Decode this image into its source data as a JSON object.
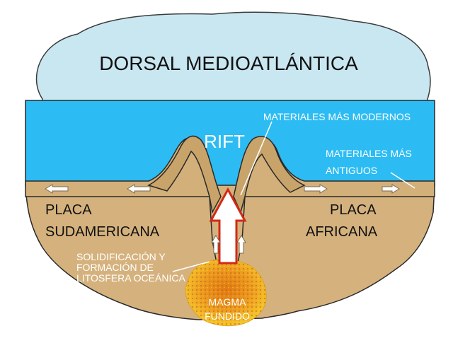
{
  "title": "DORSAL MEDIOATLÁNTICA",
  "labels": {
    "rift": "RIFT",
    "modern": "MATERIALES MÁS MODERNOS",
    "old_line1": "MATERIALES MÁS",
    "old_line2": "ANTIGUOS",
    "south_line1": "PLACA",
    "south_line2": "SUDAMERICANA",
    "africa_line1": "PLACA",
    "africa_line2": "AFRICANA",
    "solid_line1": "SOLIDIFICACIÓN Y",
    "solid_line2": "FORMACIÓN DE",
    "solid_line3": "LITOSFERA OCEÁNICA",
    "magma_line1": "MAGMA",
    "magma_line2": "FUNDIDO"
  },
  "colors": {
    "sky": "#c9e7f1",
    "ocean": "#2cbcf3",
    "ground": "#d5b27d",
    "crust": "#d3b07a",
    "ridge": "#c9a46a",
    "magma_outer": "#f2c022",
    "magma_inner": "#e88f1a",
    "arrow_red": "#d22a14"
  }
}
